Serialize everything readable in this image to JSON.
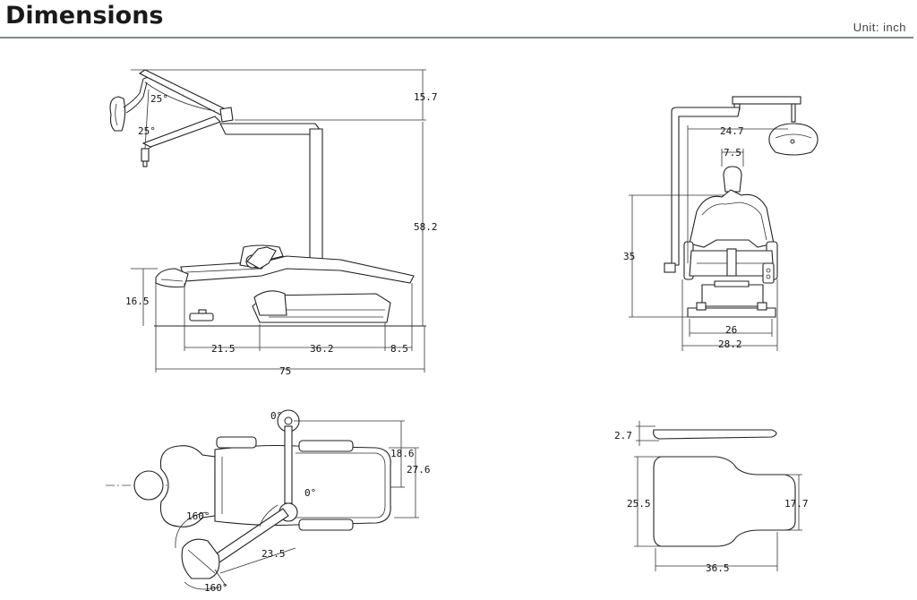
{
  "header": {
    "title": "Dimensions",
    "unit": "Unit: inch"
  },
  "side_view": {
    "arm_angle_upper": "25°",
    "arm_angle_lower": "25°",
    "light_arm_height": "15.7",
    "post_height": "58.2",
    "seat_height": "16.5",
    "leg_rest_length": "21.5",
    "seat_length": "36.2",
    "rear_offset": "8.5",
    "overall_length": "75"
  },
  "front_view": {
    "light_reach": "24.7",
    "headrest_width": "7.5",
    "chair_height": "35",
    "base_width": "26",
    "overall_width": "28.2"
  },
  "top_view": {
    "light_start_angle": "0°",
    "arm_start_angle": "0°",
    "arm_swing_angle": "160°",
    "tray_swing_angle": "160°",
    "tray_arm_length": "23.5",
    "seat_width": "18.6",
    "overall_width": "27.6"
  },
  "cushion_view": {
    "thickness": "2.7",
    "back_width": "25.5",
    "seat_width": "17.7",
    "length": "36.5"
  }
}
